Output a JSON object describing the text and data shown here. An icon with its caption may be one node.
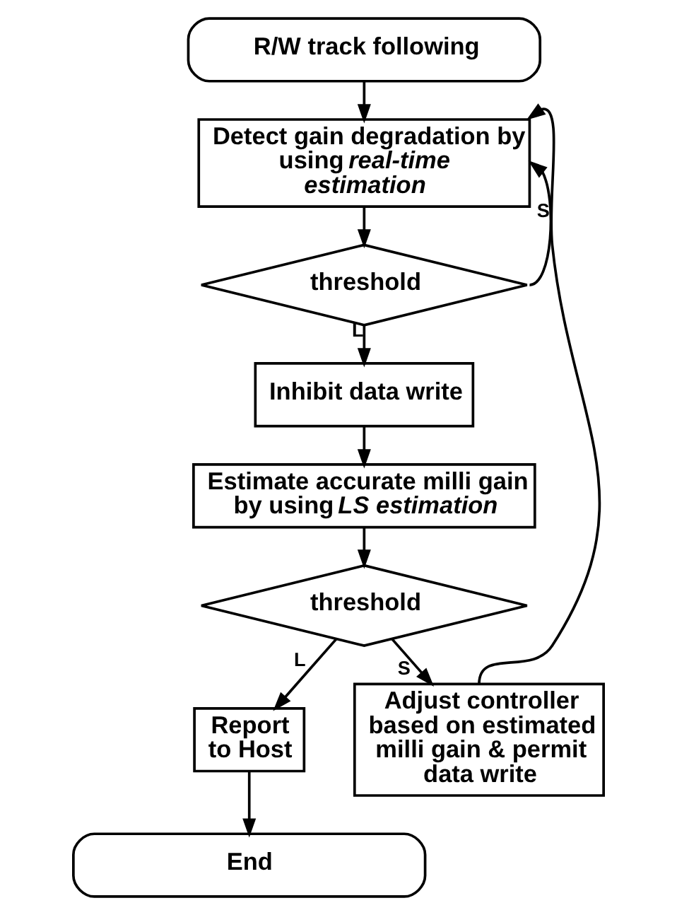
{
  "diagram": {
    "nodes": [
      {
        "text": [
          "R/W track following"
        ]
      },
      {
        "text": [
          "Detect gain degradation by using *real-time estimation*"
        ]
      },
      {
        "text": [
          "threshold"
        ]
      },
      {
        "text": [
          "Inhibit data write"
        ]
      },
      {
        "text": [
          "Estimate accurate milli gain by using *LS estimation*"
        ]
      },
      {
        "text": [
          "threshold"
        ]
      },
      {
        "text": [
          "Report to Host"
        ]
      },
      {
        "text": [
          "Adjust controller based on estimated milli gain & permit data write"
        ]
      },
      {
        "text": [
          "End"
        ]
      }
    ],
    "edges": [
      {
        "from": 0,
        "to": 1,
        "arrow": "to"
      },
      {
        "from": 1,
        "to": 2,
        "arrow": "to"
      },
      {
        "from": 2,
        "to": 1,
        "arrow": "to",
        "label": "S"
      },
      {
        "from": 2,
        "to": 3,
        "arrow": "to",
        "label": "L"
      },
      {
        "from": 3,
        "to": 4,
        "arrow": "to"
      },
      {
        "from": 4,
        "to": 5,
        "arrow": "to"
      },
      {
        "from": 5,
        "to": 6,
        "arrow": "to",
        "label": "L"
      },
      {
        "from": 5,
        "to": 7,
        "arrow": "to",
        "label": "S"
      },
      {
        "from": 7,
        "to": 1,
        "arrow": "to"
      },
      {
        "from": 6,
        "to": 8,
        "arrow": "to"
      }
    ]
  }
}
